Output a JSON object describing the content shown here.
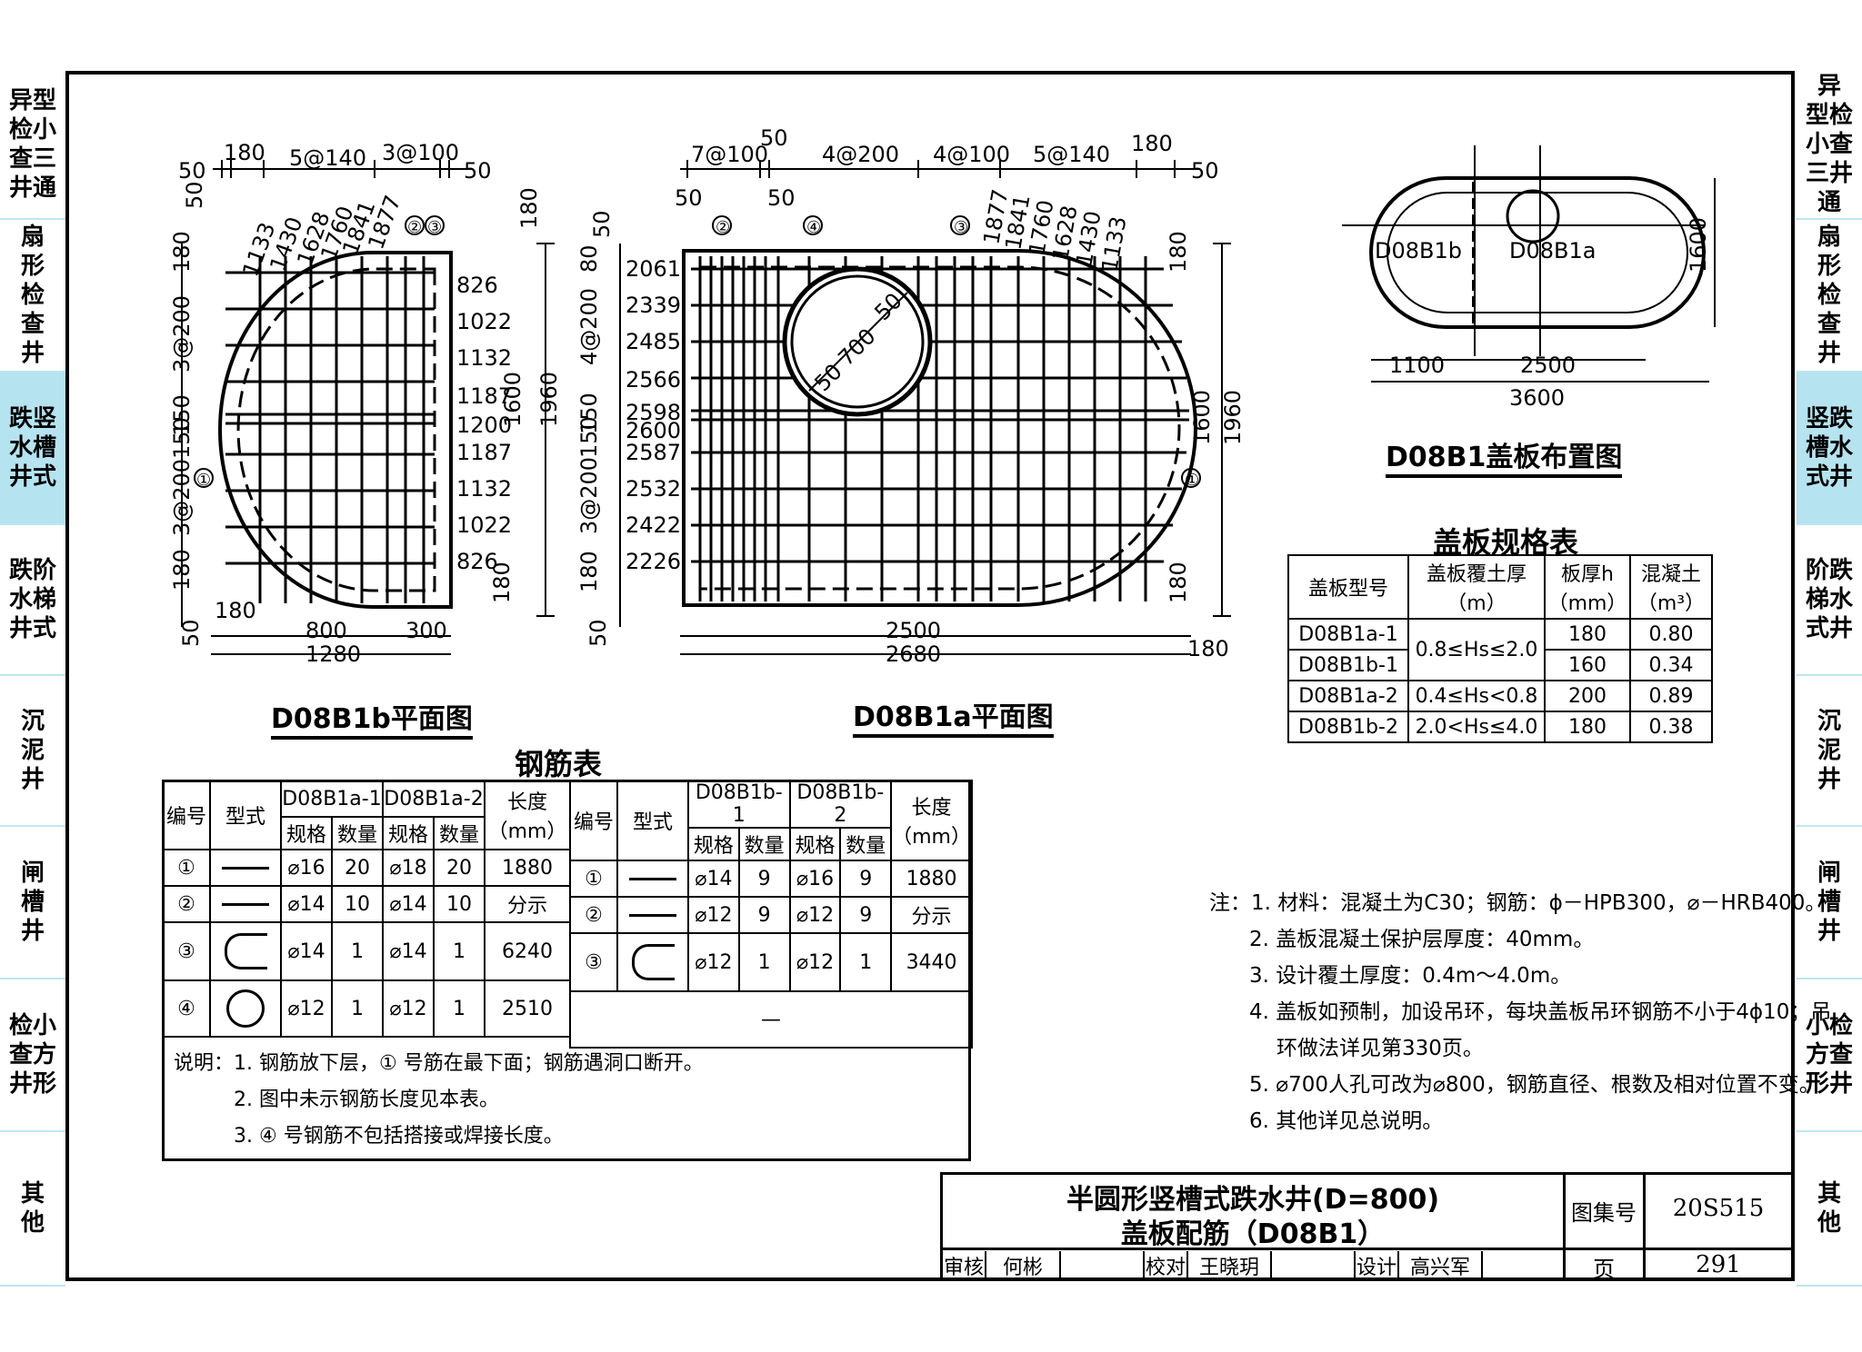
{
  "side_left": [
    "异型\n检小\n查三\n井通",
    "扇\n形\n检\n查\n井",
    "跌竖\n水槽\n井式",
    "跌阶\n水梯\n井式",
    "沉\n泥\n井",
    "闸\n槽\n井",
    "检小\n查方\n井形",
    "其\n他"
  ],
  "side_right": [
    "异\n型检\n小查\n三井\n通",
    "扇\n形\n检\n查\n井",
    "竖跌\n槽水\n式井",
    "阶跌\n梯水\n式井",
    "沉\n泥\n井",
    "闸\n槽\n井",
    "小检\n方查\n形井",
    "其\n他"
  ],
  "plan_b": {
    "title": "D08B1b平面图",
    "top_dims": [
      "180",
      "5@140",
      "3@100",
      "50",
      "50"
    ],
    "left_dims": [
      "50",
      "180",
      "3@200",
      "150",
      "150",
      "3@200",
      "180",
      "50"
    ],
    "right_labels": [
      "826",
      "1022",
      "1132",
      "1187",
      "1200",
      "1187",
      "1132",
      "1022",
      "826"
    ],
    "diag_labels": [
      "1133",
      "1430",
      "1628",
      "1760",
      "1841",
      "1877"
    ],
    "bottom_dims": [
      "180",
      "800",
      "300",
      "1280"
    ],
    "heights": [
      "1600",
      "1960",
      "180",
      "180"
    ],
    "markers": [
      "①",
      "②",
      "③"
    ]
  },
  "plan_a": {
    "title": "D08B1a平面图",
    "top_dims": [
      "7@100",
      "50",
      "4@200",
      "4@100",
      "5@140",
      "180",
      "50",
      "50",
      "50"
    ],
    "left_dims": [
      "50",
      "80",
      "4@200",
      "150",
      "150",
      "3@200",
      "180",
      "50"
    ],
    "left_labels": [
      "2061",
      "2339",
      "2485",
      "2566",
      "2598",
      "2600",
      "2587",
      "2532",
      "2422",
      "2226"
    ],
    "diag_labels": [
      "1877",
      "1841",
      "1760",
      "1628",
      "1430",
      "1133"
    ],
    "hole_labels": [
      "50",
      "700",
      "50"
    ],
    "bottom_dims": [
      "2500",
      "2680",
      "180"
    ],
    "right_dims": [
      "180",
      "1600",
      "1960",
      "180"
    ],
    "markers": [
      "②",
      "④",
      "③",
      "①"
    ]
  },
  "layout_plan": {
    "title": "D08B1盖板布置图",
    "label_b": "D08B1b",
    "label_a": "D08B1a",
    "dims": [
      "1100",
      "2500",
      "3600",
      "1600"
    ]
  },
  "spec_table": {
    "title": "盖板规格表",
    "headers": [
      "盖板型号",
      "盖板覆土厚\n（m）",
      "板厚h\n（mm）",
      "混凝土\n（m³）"
    ],
    "rows": [
      [
        "D08B1a-1",
        "0.8≤Hs≤2.0",
        "180",
        "0.80"
      ],
      [
        "D08B1b-1",
        "",
        "160",
        "0.34"
      ],
      [
        "D08B1a-2",
        "0.4≤Hs<0.8",
        "200",
        "0.89"
      ],
      [
        "D08B1b-2",
        "2.0<Hs≤4.0",
        "180",
        "0.38"
      ]
    ]
  },
  "rebar_table": {
    "title": "钢筋表",
    "h_no": "编号",
    "h_type": "型式",
    "h_len": "长度\n（mm）",
    "h_spec": "规格",
    "h_qty": "数量",
    "groups_left": [
      "D08B1a-1",
      "D08B1a-2"
    ],
    "groups_right": [
      "D08B1b-1",
      "D08B1b-2"
    ],
    "rows_left": [
      [
        "①",
        "⌀16",
        "20",
        "⌀18",
        "20",
        "1880"
      ],
      [
        "②",
        "⌀14",
        "10",
        "⌀14",
        "10",
        "分示"
      ],
      [
        "③",
        "⌀14",
        "1",
        "⌀14",
        "1",
        "6240"
      ],
      [
        "④",
        "⌀12",
        "1",
        "⌀12",
        "1",
        "2510"
      ]
    ],
    "rows_right": [
      [
        "①",
        "⌀14",
        "9",
        "⌀16",
        "9",
        "1880"
      ],
      [
        "②",
        "⌀12",
        "9",
        "⌀12",
        "9",
        "分示"
      ],
      [
        "③",
        "⌀12",
        "1",
        "⌀12",
        "1",
        "3440"
      ]
    ],
    "dash": "—",
    "notes": [
      "说明：1. 钢筋放下层，① 号筋在最下面；钢筋遇洞口断开。",
      "2. 图中未示钢筋长度见本表。",
      "3. ④ 号钢筋不包括搭接或焊接长度。"
    ]
  },
  "notes": [
    "注：1. 材料：混凝土为C30；钢筋：ϕ－HPB300，⌀－HRB400。",
    "2. 盖板混凝土保护层厚度：40mm。",
    "3. 设计覆土厚度：0.4m～4.0m。",
    "4. 盖板如预制，加设吊环，每块盖板吊环钢筋不小于4ϕ10；吊",
    "环做法详见第330页。",
    "5. ⌀700人孔可改为⌀800，钢筋直径、根数及相对位置不变。",
    "6. 其他详见总说明。"
  ],
  "title_block": {
    "title1": "半圆形竖槽式跌水井(D=800)",
    "title2": "盖板配筋（D08B1）",
    "atlas_label": "图集号",
    "atlas_no": "20S515",
    "page_label": "页",
    "page_no": "291",
    "review_label": "审核",
    "reviewer": "何彬",
    "check_label": "校对",
    "checker": "王晓玥",
    "design_label": "设计",
    "designer": "高兴军"
  }
}
